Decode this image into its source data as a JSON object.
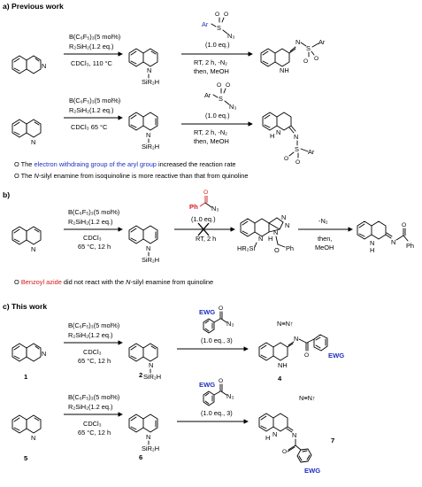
{
  "headers": {
    "a": "a) Previous work",
    "b": "b)",
    "c": "c) This work"
  },
  "reagents": {
    "cat": "B(C₆F₅)₃(5 mol%)",
    "silane": "R₂SiH₂(1.2 eq.)",
    "cond_a1": "CDCl₃, 110 °C",
    "cond_a2": "CDCl₃ 65 °C",
    "cdcl3": "CDCl₃",
    "cond_65_12h": "65 °C, 12 h",
    "eq1": "(1.0 eq.)",
    "eq1_3": "(1.0 eq., 3)",
    "rt2h_n2": "RT, 2 h, -N₂",
    "then_meoh": "then, MeOH",
    "rt2h": "RT, 2 h",
    "minus_n2": "-N₂",
    "then": "then,",
    "meoh": "MeOH"
  },
  "labels": {
    "ar": "Ar",
    "s": "S",
    "n3": "N₃",
    "o": "O",
    "n": "N",
    "nh": "NH",
    "h": "H",
    "sir2h": "SiR₂H",
    "hr2si": "HR₂Si",
    "ph": "Ph",
    "ewg": "EWG",
    "n2gas": "N≡N↑"
  },
  "compounds": {
    "c1": "1",
    "c2": "2",
    "c4": "4",
    "c5": "5",
    "c6": "6",
    "c7": "7"
  },
  "notes": {
    "bullet": "O",
    "a1_pre": "The ",
    "a1_blue": "electron withdraing group of the aryl group",
    "a1_post": " increased the reaction rate",
    "a2_pre": "The ",
    "a2_ital": "N",
    "a2_post": "-silyl enamine from isoquinoline is more reactive than that from quinoline",
    "b1_red": "Benzoyl azide",
    "b1_mid": " did not react with the ",
    "b1_ital": "N",
    "b1_post": "-silyl enamine from quinoline"
  },
  "colors": {
    "blue": "#1f2fbf",
    "red": "#d11a1a"
  }
}
